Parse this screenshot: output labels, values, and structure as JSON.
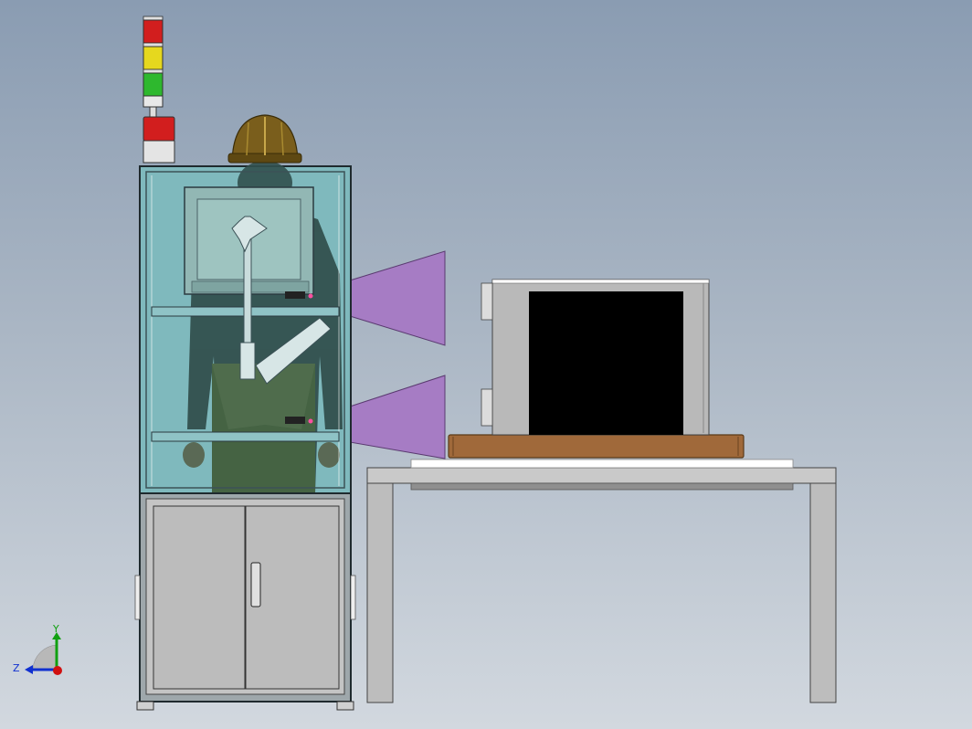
{
  "scene": {
    "background_top": "#8a9cb2",
    "background_bottom": "#d2d8df",
    "objects": [
      "signal-tower",
      "hard-hat",
      "mannequin",
      "enclosure-cabinet",
      "monitor",
      "monitor-arm",
      "sensor-cones",
      "work-table",
      "display-unit",
      "wooden-pallet"
    ]
  },
  "colors": {
    "glass": "#7fb9bd",
    "frame": "#2b3a40",
    "cabinet_panel": "#b8b8b8",
    "sensor_cone": "#a67cc4",
    "pallet": "#a0693a",
    "helmet": "#7a5e1c",
    "tower_red": "#d21e1e",
    "tower_yellow": "#e6d81e",
    "tower_green": "#2eb82e",
    "axis_x": "#d01010",
    "axis_y": "#10a010",
    "axis_z": "#1030d0"
  },
  "triad": {
    "y_label": "Y",
    "z_label": "Z"
  }
}
